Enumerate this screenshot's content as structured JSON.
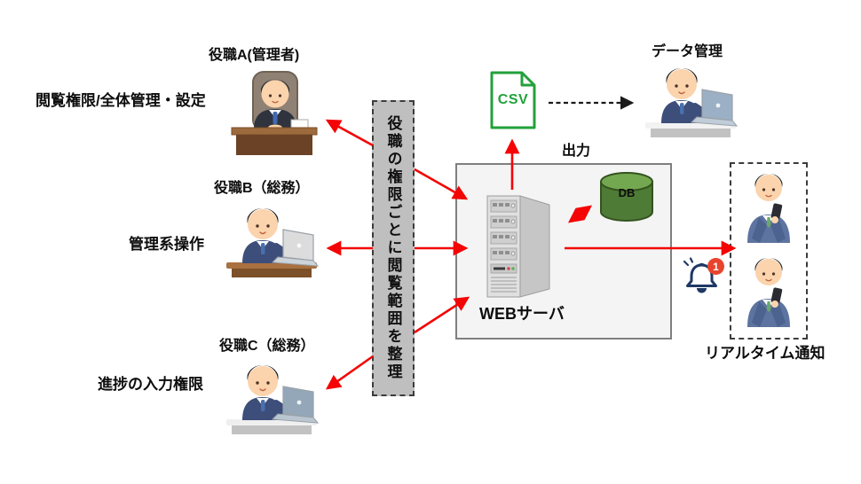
{
  "colors": {
    "arrow_red": "#f40404",
    "dashed_black": "#1a1a1a",
    "csv_green": "#23a13b",
    "db_green_body": "#4e7b35",
    "db_green_top": "#74a850",
    "bell_navy": "#1f3864",
    "badge_red": "#e8432d",
    "pipeline_gray": "#bfbfbf",
    "server_box_bg": "#f4f4f4",
    "server_box_border": "#7f7f7f"
  },
  "roles": [
    {
      "title": "役職A(管理者)",
      "permission": "閲覧権限/全体管理・設定"
    },
    {
      "title": "役職B（総務）",
      "permission": "管理系操作"
    },
    {
      "title": "役職C（総務）",
      "permission": "進捗の入力権限"
    }
  ],
  "pipeline": {
    "text": "役職の権限ごとに閲覧範囲を整理"
  },
  "server": {
    "label": "WEBサーバ",
    "output_label": "出力"
  },
  "database": {
    "label": "DB"
  },
  "csv": {
    "label": "CSV"
  },
  "data_manager": {
    "label": "データ管理"
  },
  "realtime": {
    "label": "リアルタイム通知",
    "notification_count": "1"
  },
  "icons": {
    "csv_file": "green document sheet with folded corner",
    "database": "green cylinder",
    "bell": "navy notification bell with red count badge",
    "server": "gray tower server",
    "person_manager": "manager seated at executive desk",
    "person_laptop": "worker typing on laptop at desk",
    "person_phone": "worker holding smartphone"
  }
}
